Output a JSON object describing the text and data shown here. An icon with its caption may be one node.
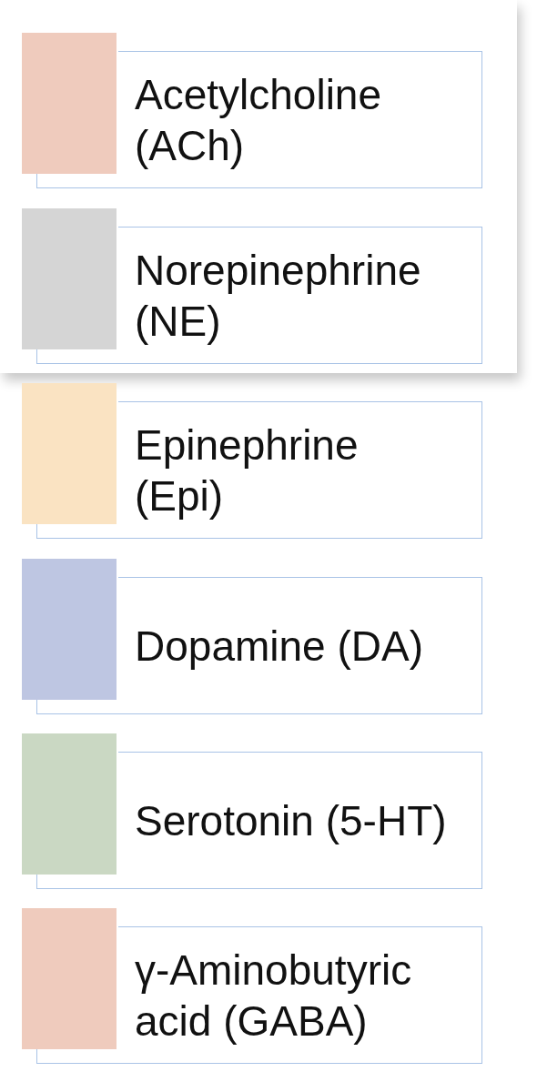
{
  "diagram": {
    "nodes": [
      {
        "text": [
          "Acetylcholine (ACh)"
        ]
      },
      {
        "text": [
          "Norepinephrine (NE)"
        ]
      },
      {
        "text": [
          "Epinephrine (Epi)"
        ]
      },
      {
        "text": [
          "Dopamine (DA)"
        ]
      },
      {
        "text": [
          "Serotonin (5-HT)"
        ]
      },
      {
        "text": [
          "γ-Aminobutyric acid (GABA)"
        ]
      }
    ]
  }
}
